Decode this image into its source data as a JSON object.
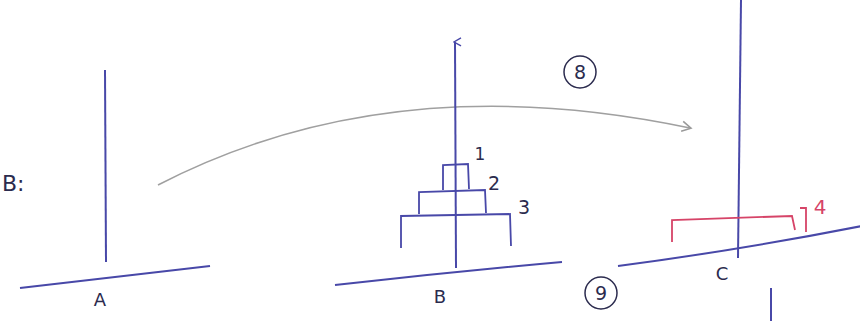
{
  "diagram": {
    "labels": [
      "B:",
      "8",
      "1",
      "2",
      "3",
      "4",
      "A",
      "B",
      "C",
      "9"
    ]
  }
}
